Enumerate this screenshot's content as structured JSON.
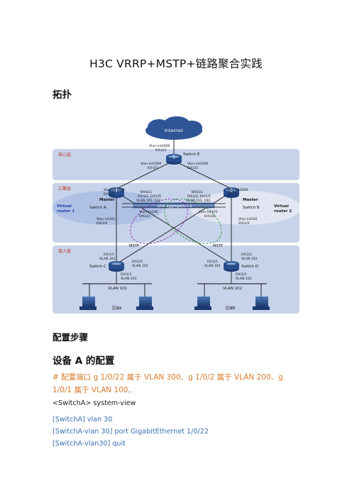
{
  "title": "H3C VRRP+MSTP+链路聚合实践",
  "topology_heading": "拓扑",
  "diagram": {
    "internet": "Internet",
    "layers": {
      "core": "核心层",
      "aggregation": "汇聚层",
      "access": "接入层"
    },
    "switch_e": {
      "name": "Switch E",
      "up_vlan": "Vlan-int3000",
      "up_port": "Eth1/3",
      "left_vlan": "Vlan-int1000",
      "left_port": "Eth1/1",
      "right_vlan": "Vlan-int2000",
      "right_port": "Eth1/2"
    },
    "switch_a": {
      "name": "Switch A",
      "role": "Master",
      "virtual_router": [
        "Virtual",
        "router 1"
      ],
      "up_vlan": "Vlan-int1000",
      "up_port": "Eth1/1",
      "agg_l1": "BAGG1",
      "agg_l2": "Eth1/2, Eth1/5",
      "agg_l3": "VLAN 101, 102",
      "vlan101_l1": "Vlan-int101",
      "vlan101_l2": "Eth1/4",
      "vlan102_l1": "Vlan-int102",
      "vlan102_l2": "Eth1/3"
    },
    "switch_b": {
      "name": "Switch B",
      "role": "Master",
      "virtual_router": [
        "Virtual",
        "router 2"
      ],
      "up_vlan": "Vlan-int2000",
      "up_port": "Eth1/1",
      "agg_l1": "BAGG1",
      "agg_l2": "Eth1/2, Eth1/5",
      "agg_l3": "VLAN 101, 102",
      "vlan101_l1": "Vlan-int101",
      "vlan101_l2": "Eth1/4",
      "vlan102_l1": "Vlan-int102",
      "vlan102_l2": "Eth1/3"
    },
    "link_aggregation": "Link aggregation 1",
    "mstp_left": "MSTP",
    "mstp_right": "MSTP",
    "switch_c": {
      "name": "Switch C",
      "p1_l1": "Eth1/1",
      "p1_l2": "VLAN 101",
      "p2_l1": "Eth1/2",
      "p2_l2": "VLAN 101",
      "p3_l1": "Eth1/3",
      "p3_l2": "VLAN 101",
      "vlan": "VLAN 101",
      "area": "区域A"
    },
    "switch_d": {
      "name": "Switch D",
      "p1_l1": "Eth1/1",
      "p1_l2": "VLAN 102",
      "p2_l1": "Eth1/2",
      "p2_l2": "VLAN 102",
      "p3_l1": "Eth1/3",
      "p3_l2": "VLAN 102",
      "vlan": "VLAN 102",
      "area": "区域B"
    }
  },
  "steps_heading": "配置步骤",
  "device_a_heading": "设备 A 的配置",
  "comment": "# 配置端口 g 1/0/22 属于 VLAN 300、g 1/0/2 属于 VLAN 200、g 1/0/1 属于 VLAN 100。",
  "code": [
    "<SwitchA> system-view",
    "[SwitchA] vlan 30",
    "[SwitchA-vlan 30] port GigabitEthernet 1/0/22",
    "[SwitchA-vlan30] quit"
  ]
}
